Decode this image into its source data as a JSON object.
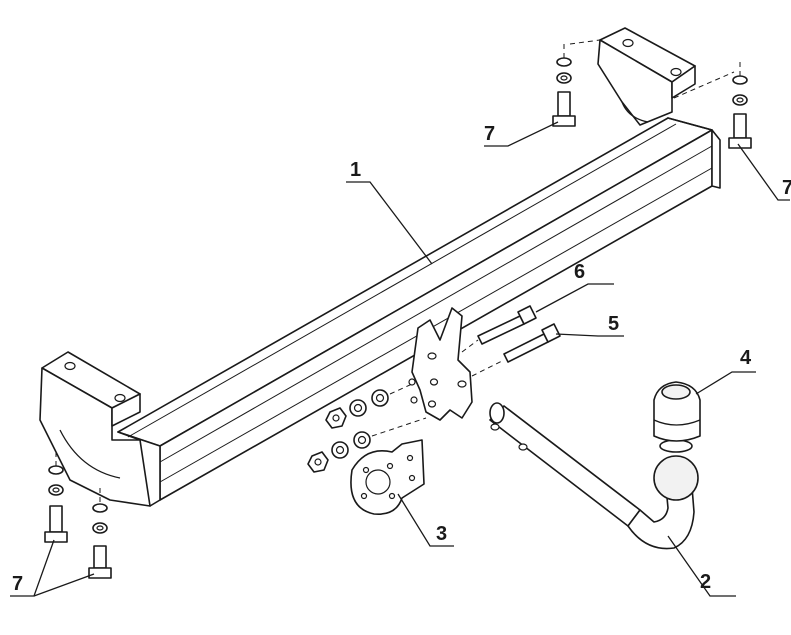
{
  "callouts": {
    "beam": "1",
    "ball_neck": "2",
    "socket_plate": "3",
    "ball_cover": "4",
    "bolt_a": "5",
    "bolt_b": "6",
    "fixing_set_top_left": "7",
    "fixing_set_top_right": "7",
    "fixing_set_bottom_left": "7"
  }
}
